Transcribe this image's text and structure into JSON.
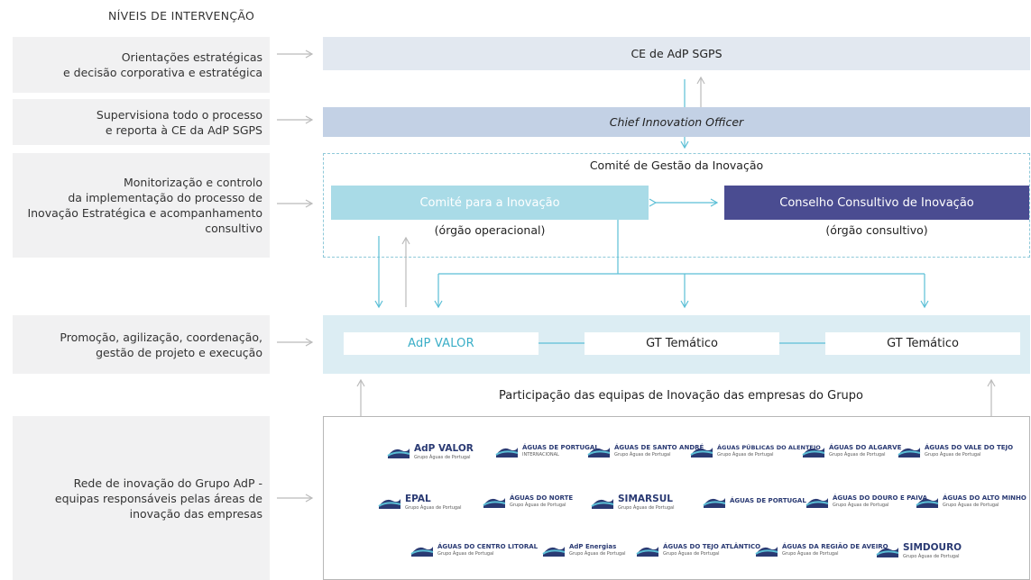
{
  "heading": "NÍVEIS DE INTERVENÇÃO",
  "levels": [
    "Orientações estratégicas\ne decisão corporativa e estratégica",
    "Supervisiona todo o processo\ne reporta à CE da AdP SGPS",
    "Monitorização e controlo\nda implementação do processo de\nInovação Estratégica e acompanhamento\nconsultivo",
    "Promoção, agilização, coordenação,\ngestão de projeto e execução",
    "Rede de inovação do Grupo AdP -\nequipas responsáveis pelas áreas de\ninovação das empresas"
  ],
  "structure": {
    "ce": "CE de AdP SGPS",
    "cio": "Chief Innovation Officer",
    "comite_gestao": "Comité de Gestão da Inovação",
    "comite_inovacao": "Comité para a Inovação",
    "comite_inovacao_sub": "(órgão operacional)",
    "conselho": "Conselho Consultivo de Inovação",
    "conselho_sub": "(órgão consultivo)",
    "adp_valor": "AdP VALOR",
    "gt1": "GT Temático",
    "gt2": "GT Temático",
    "participation": "Participação das equipas de Inovação das empresas do Grupo"
  },
  "colors": {
    "ce_bar": "#e2e8f0",
    "cio_bar": "#c3d1e5",
    "comite_inovacao": "#a9dbe7",
    "conselho": "#4a4c91",
    "band": "#dcedf3",
    "arrow_blue": "#5bbfd6",
    "arrow_grey": "#bbbbbb"
  },
  "logos": [
    {
      "name": "AdP VALOR",
      "sub": "Grupo Águas de Portugal",
      "color": "#2a3a73"
    },
    {
      "name": "ÁGUAS DE PORTUGAL",
      "sub": "INTERNACIONAL",
      "color": "#2a3a73"
    },
    {
      "name": "ÁGUAS DE SANTO ANDRÉ",
      "sub": "Grupo Águas de Portugal",
      "color": "#2a3a73"
    },
    {
      "name": "ÁGUAS PÚBLICAS DO ALENTEJO",
      "sub": "Grupo Águas de Portugal",
      "color": "#2a3a73"
    },
    {
      "name": "ÁGUAS DO ALGARVE",
      "sub": "Grupo Águas de Portugal",
      "color": "#2a3a73"
    },
    {
      "name": "ÁGUAS DO VALE DO TEJO",
      "sub": "Grupo Águas de Portugal",
      "color": "#2a3a73"
    },
    {
      "name": "EPAL",
      "sub": "Grupo Águas de Portugal",
      "color": "#2a3a73"
    },
    {
      "name": "ÁGUAS DO NORTE",
      "sub": "Grupo Águas de Portugal",
      "color": "#2a3a73"
    },
    {
      "name": "SIMARSUL",
      "sub": "Grupo Águas de Portugal",
      "color": "#2a3a73"
    },
    {
      "name": "ÁGUAS DE PORTUGAL",
      "sub": "",
      "color": "#2a3a73"
    },
    {
      "name": "ÁGUAS DO DOURO E PAIVA",
      "sub": "Grupo Águas de Portugal",
      "color": "#2a3a73"
    },
    {
      "name": "ÁGUAS DO ALTO MINHO",
      "sub": "Grupo Águas de Portugal",
      "color": "#2a3a73"
    },
    {
      "name": "ÁGUAS DO CENTRO LITORAL",
      "sub": "Grupo Águas de Portugal",
      "color": "#2a3a73"
    },
    {
      "name": "AdP Energias",
      "sub": "Grupo Águas de Portugal",
      "color": "#2a3a73"
    },
    {
      "name": "ÁGUAS DO TEJO ATLÂNTICO",
      "sub": "Grupo Águas de Portugal",
      "color": "#2a3a73"
    },
    {
      "name": "ÁGUAS DA REGIÃO DE AVEIRO",
      "sub": "Grupo Águas de Portugal",
      "color": "#2a3a73"
    },
    {
      "name": "SIMDOURO",
      "sub": "Grupo Águas de Portugal",
      "color": "#2a3a73"
    }
  ]
}
